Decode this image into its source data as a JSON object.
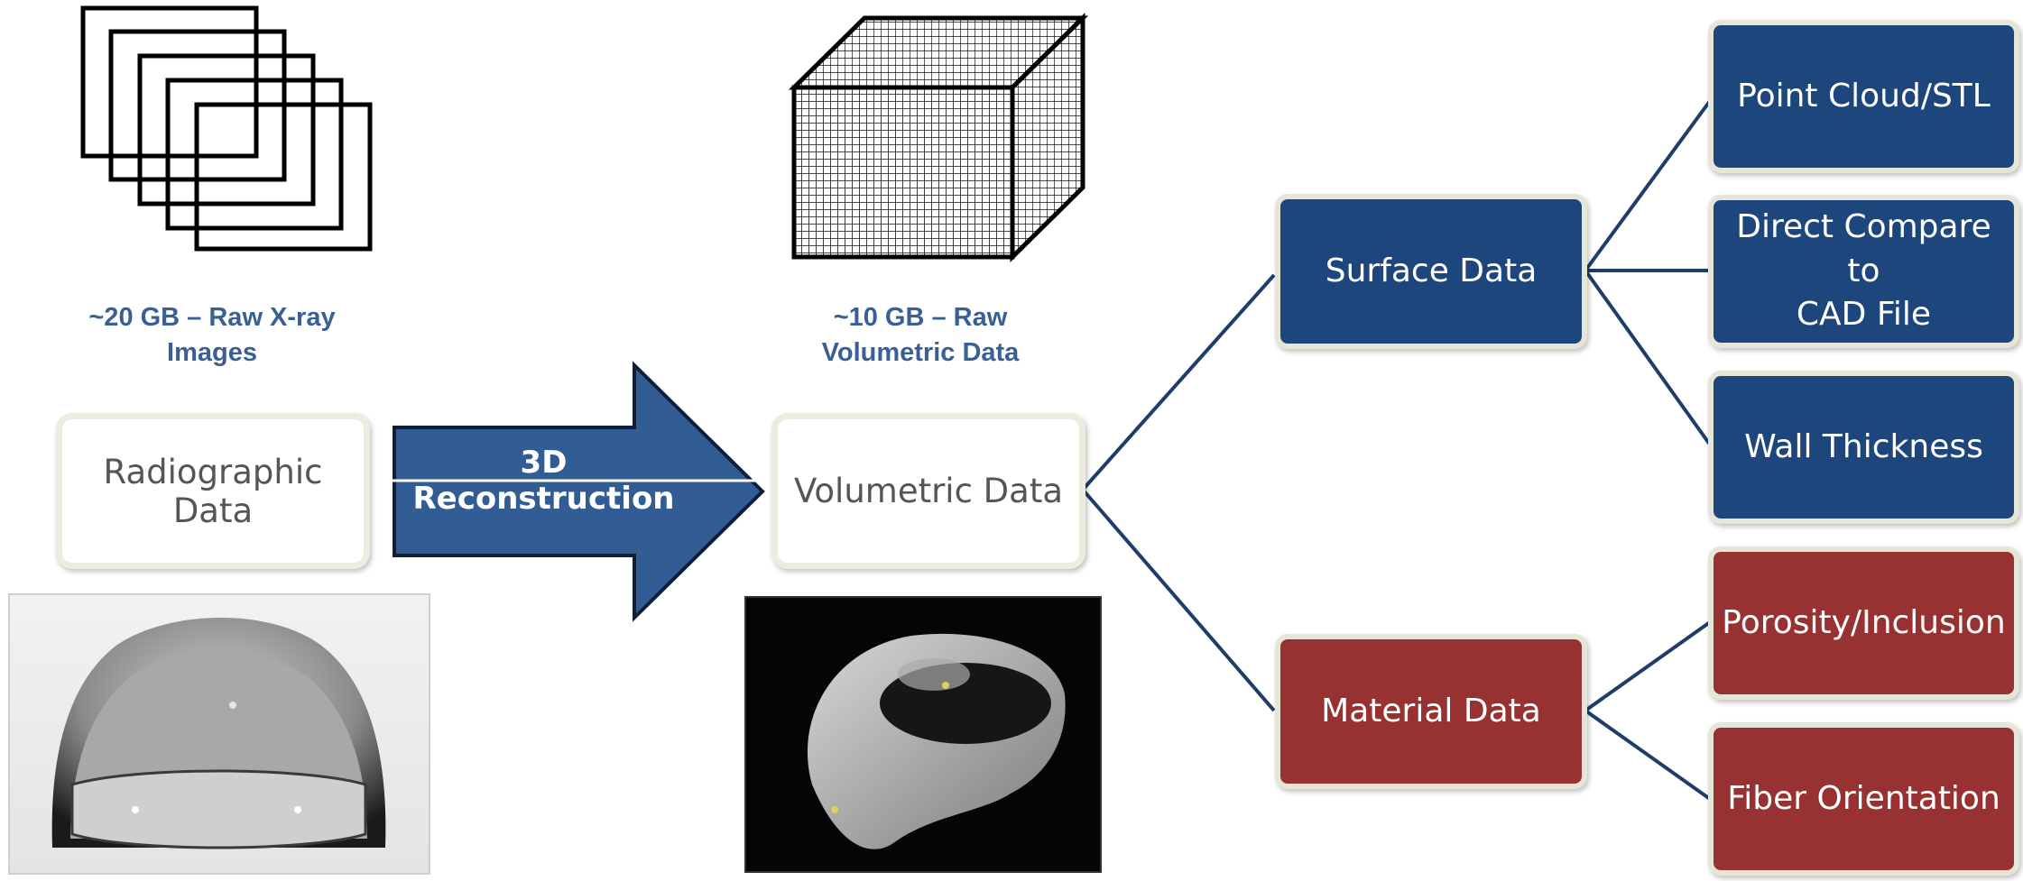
{
  "diagram": {
    "captions": {
      "raw_images": "~20 GB – Raw X-ray Images",
      "raw_images_line1": "~20 GB – Raw X-ray",
      "raw_images_line2": "Images",
      "raw_volumetric_line1": "~10 GB – Raw",
      "raw_volumetric_line2": "Volumetric Data"
    },
    "nodes": {
      "radiographic": "Radiographic Data",
      "volumetric": "Volumetric Data",
      "surface": "Surface Data",
      "material": "Material Data",
      "point_cloud": "Point Cloud/STL",
      "cad_line1": "Direct Compare to",
      "cad_line2": "CAD File",
      "wall_thickness": "Wall Thickness",
      "porosity": "Porosity/Inclusion",
      "fiber": "Fiber Orientation"
    },
    "arrow": {
      "line1": "3D",
      "line2": "Reconstruction"
    },
    "colors": {
      "surface_branch": "#1d467c",
      "material_branch": "#983131",
      "arrow_fill": "#325d94",
      "caption_text": "#3a5f95",
      "connector": "#1d3d6a"
    }
  }
}
